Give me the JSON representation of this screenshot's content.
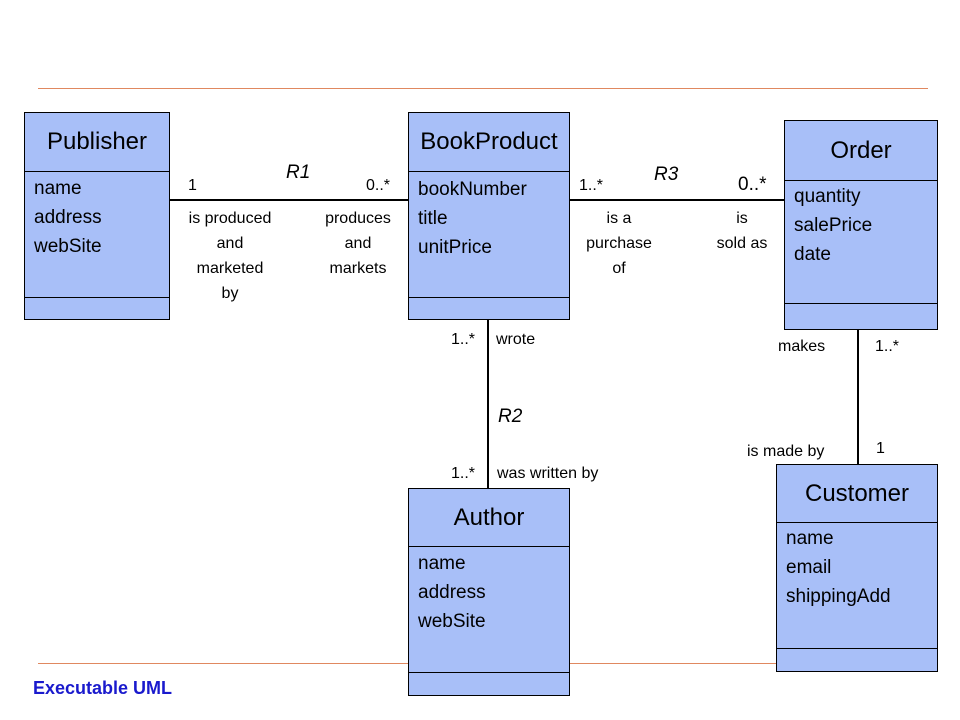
{
  "footer": "Executable UML",
  "classes": {
    "publisher": {
      "name": "Publisher",
      "attrs": [
        "name",
        "address",
        "webSite"
      ]
    },
    "bookproduct": {
      "name": "BookProduct",
      "attrs": [
        "bookNumber",
        "title",
        "unitPrice"
      ]
    },
    "order": {
      "name": "Order",
      "attrs": [
        "quantity",
        "salePrice",
        "date"
      ]
    },
    "author": {
      "name": "Author",
      "attrs": [
        "name",
        "address",
        "webSite"
      ]
    },
    "customer": {
      "name": "Customer",
      "attrs": [
        "name",
        "email",
        "shippingAdd"
      ]
    }
  },
  "relationships": {
    "r1": {
      "name": "R1",
      "left_mult": "1",
      "right_mult": "0..*",
      "left_phrase": [
        "is produced",
        "and",
        "marketed",
        "by"
      ],
      "right_phrase": [
        "produces",
        "and",
        "markets"
      ]
    },
    "r3": {
      "name": "R3",
      "left_mult": "1..*",
      "right_mult": "0..*",
      "left_phrase": [
        "is a",
        "purchase",
        "of"
      ],
      "right_phrase": [
        "is",
        "sold as"
      ]
    },
    "r2": {
      "name": "R2",
      "top_mult": "1..*",
      "top_phrase": "wrote",
      "bottom_mult": "1..*",
      "bottom_phrase": "was written by"
    },
    "r4": {
      "top_phrase": "makes",
      "top_mult": "1..*",
      "bottom_phrase": "is made by",
      "bottom_mult": "1"
    }
  }
}
